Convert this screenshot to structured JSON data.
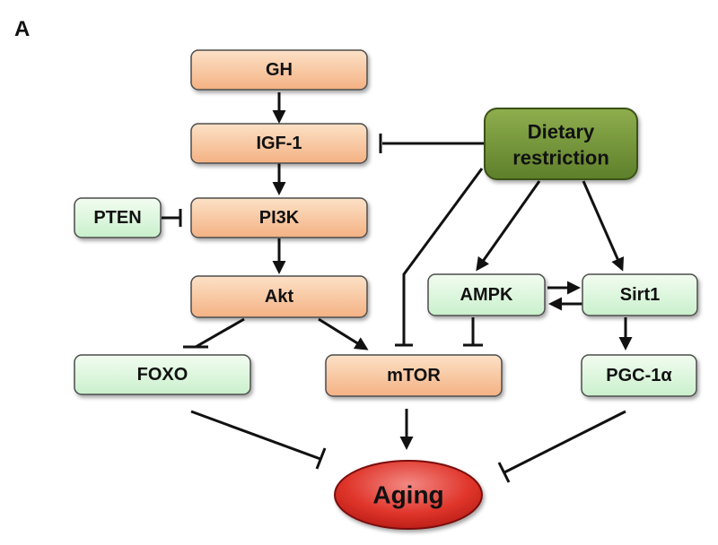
{
  "panel_label": "A",
  "nodes": {
    "gh": "GH",
    "igf1": "IGF-1",
    "pi3k": "PI3K",
    "pten": "PTEN",
    "akt": "Akt",
    "foxo": "FOXO",
    "mtor": "mTOR",
    "dietary_line1": "Dietary",
    "dietary_line2": "restriction",
    "ampk": "AMPK",
    "sirt1": "Sirt1",
    "pgc1a": "PGC-1α",
    "aging": "Aging"
  },
  "edges": [
    {
      "from": "GH",
      "to": "IGF-1",
      "type": "activation"
    },
    {
      "from": "IGF-1",
      "to": "PI3K",
      "type": "activation"
    },
    {
      "from": "PTEN",
      "to": "PI3K",
      "type": "inhibition"
    },
    {
      "from": "PI3K",
      "to": "Akt",
      "type": "activation"
    },
    {
      "from": "Akt",
      "to": "FOXO",
      "type": "inhibition"
    },
    {
      "from": "Akt",
      "to": "mTOR",
      "type": "activation"
    },
    {
      "from": "Dietary restriction",
      "to": "IGF-1",
      "type": "inhibition"
    },
    {
      "from": "Dietary restriction",
      "to": "mTOR",
      "type": "inhibition"
    },
    {
      "from": "Dietary restriction",
      "to": "AMPK",
      "type": "activation"
    },
    {
      "from": "Dietary restriction",
      "to": "Sirt1",
      "type": "activation"
    },
    {
      "from": "AMPK",
      "to": "Sirt1",
      "type": "activation"
    },
    {
      "from": "Sirt1",
      "to": "AMPK",
      "type": "activation"
    },
    {
      "from": "AMPK",
      "to": "mTOR",
      "type": "inhibition"
    },
    {
      "from": "Sirt1",
      "to": "PGC-1α",
      "type": "activation"
    },
    {
      "from": "FOXO",
      "to": "Aging",
      "type": "inhibition"
    },
    {
      "from": "mTOR",
      "to": "Aging",
      "type": "activation"
    },
    {
      "from": "PGC-1α",
      "to": "Aging",
      "type": "inhibition"
    }
  ],
  "colors": {
    "orange_top": "#FCE1C6",
    "orange_bottom": "#F4B183",
    "orange_border": "#4d4d4d",
    "green_top": "#F2FCF0",
    "green_bottom": "#C9F0CC",
    "green_border": "#4d4d4d",
    "dark_green_top": "#8FAE4E",
    "dark_green_bottom": "#5E7F2B",
    "dark_green_border": "#3B5218",
    "red_top": "#F08080",
    "red_bottom": "#D7261E",
    "red_border": "#7A0E0A",
    "line": "#111111"
  }
}
